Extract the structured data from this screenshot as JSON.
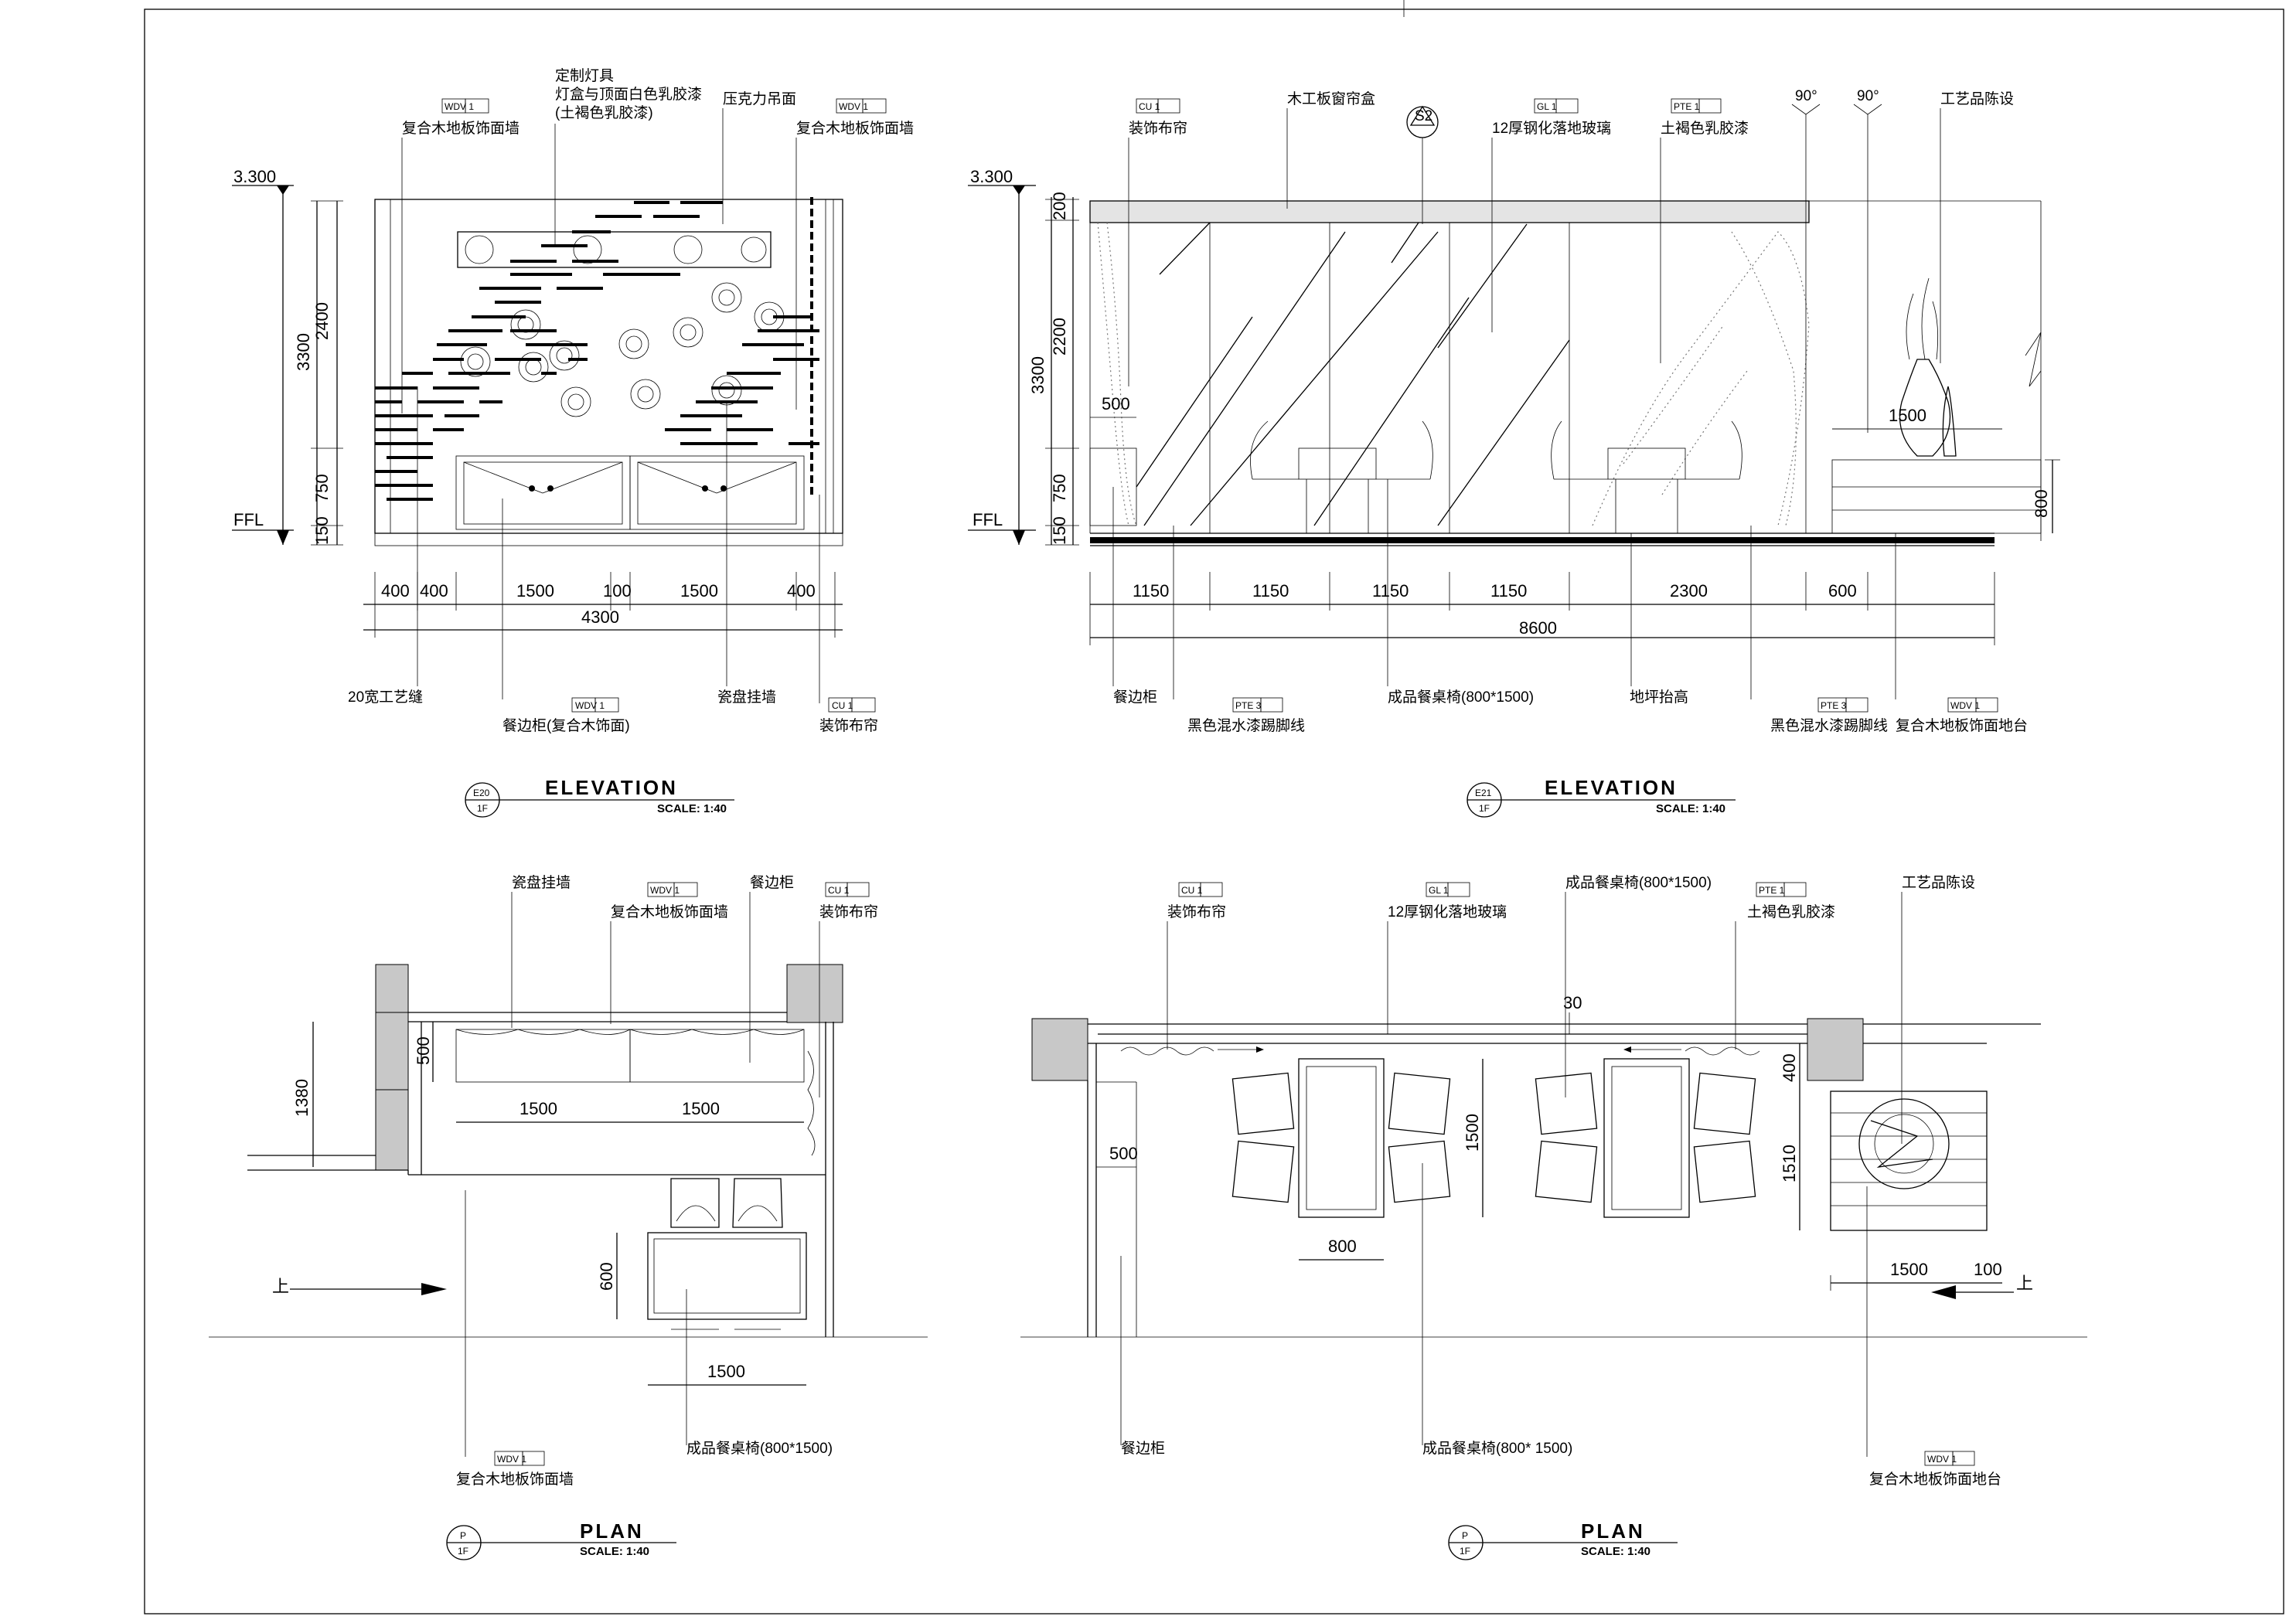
{
  "sheet": {
    "background": "#ffffff",
    "line_color": "#000000",
    "fill_gray": "#c8c8c8"
  },
  "levels": {
    "top": "3.300",
    "floor": "FFL"
  },
  "e20": {
    "callouts": {
      "ceiling_line1": "定制灯具",
      "ceiling_line2": "灯盒与顶面白色乳胶漆",
      "ceiling_line3": "(土褐色乳胶漆)",
      "acrylic": "压克力吊面",
      "left_wall": "复合木地板饰面墙",
      "right_wall": "复合木地板饰面墙",
      "wood_strip": "20宽工艺缝",
      "sideboard": "餐边柜(复合木饰面)",
      "lattice": "瓷盘挂墙",
      "curtain": "装饰布帘"
    },
    "tags": {
      "left": "WDV 1",
      "right": "WDV 1",
      "sideboard": "WDV 1",
      "curtain": "CU 1"
    },
    "vdims": [
      "2400",
      "3300",
      "750",
      "150"
    ],
    "hdims": [
      "400",
      "400",
      "1500",
      "100",
      "1500",
      "400"
    ],
    "total": "4300",
    "title": {
      "code": "E20",
      "floor": "1F",
      "name": "ELEVATION",
      "scale": "SCALE: 1:40"
    }
  },
  "e21": {
    "callouts": {
      "curtain": "装饰布帘",
      "pelmet": "木工板窗帘盒",
      "glass": "12厚钢化落地玻璃",
      "paint": "土褐色乳胶漆",
      "angle1": "90°",
      "angle2": "90°",
      "decor": "工艺品陈设",
      "section_code": "S2",
      "sideboard": "餐边柜",
      "skirting_left": "黑色混水漆踢脚线",
      "table": "成品餐桌椅(800*1500)",
      "raised_floor": "地坪抬高",
      "skirting_right": "黑色混水漆踢脚线",
      "platform": "复合木地板饰面地台"
    },
    "tags": {
      "curtain": "CU 1",
      "glass": "GL 1",
      "paint": "PTE 1",
      "skirt_l": "PTE 3",
      "skirt_r": "PTE 3",
      "platform": "WDV 1"
    },
    "vdims": [
      "200",
      "2200",
      "3300",
      "750",
      "150"
    ],
    "inner_dims": [
      "500",
      "1500",
      "800"
    ],
    "hdims": [
      "1150",
      "1150",
      "1150",
      "1150",
      "2300",
      "600"
    ],
    "total": "8600",
    "title": {
      "code": "E21",
      "floor": "1F",
      "name": "ELEVATION",
      "scale": "SCALE: 1:40"
    }
  },
  "plan_left": {
    "callouts": {
      "lattice": "瓷盘挂墙",
      "wall": "复合木地板饰面墙",
      "sideboard": "餐边柜",
      "curtain": "装饰布帘",
      "table": "成品餐桌椅(800*1500)",
      "bottom_wall": "复合木地板饰面墙",
      "up": "上"
    },
    "tags": {
      "wall": "WDV 1",
      "curtain": "CU 1",
      "bottom_wall": "WDV 1"
    },
    "dims": [
      "500",
      "1380",
      "1500",
      "1500",
      "600",
      "1500"
    ],
    "title": {
      "code": "P",
      "floor": "1F",
      "name": "PLAN",
      "scale": "SCALE: 1:40"
    }
  },
  "plan_right": {
    "callouts": {
      "curtain": "装饰布帘",
      "glass": "12厚钢化落地玻璃",
      "table_top": "成品餐桌椅(800*1500)",
      "paint": "土褐色乳胶漆",
      "decor": "工艺品陈设",
      "sideboard": "餐边柜",
      "table_bottom": "成品餐桌椅(800* 1500)",
      "platform": "复合木地板饰面地台",
      "up": "上"
    },
    "tags": {
      "curtain": "CU 1",
      "glass": "GL 1",
      "paint": "PTE 1",
      "platform": "WDV 1"
    },
    "dims": [
      "30",
      "500",
      "1500",
      "800",
      "400",
      "1510",
      "1500",
      "100"
    ],
    "title": {
      "code": "P",
      "floor": "1F",
      "name": "PLAN",
      "scale": "SCALE: 1:40"
    }
  }
}
